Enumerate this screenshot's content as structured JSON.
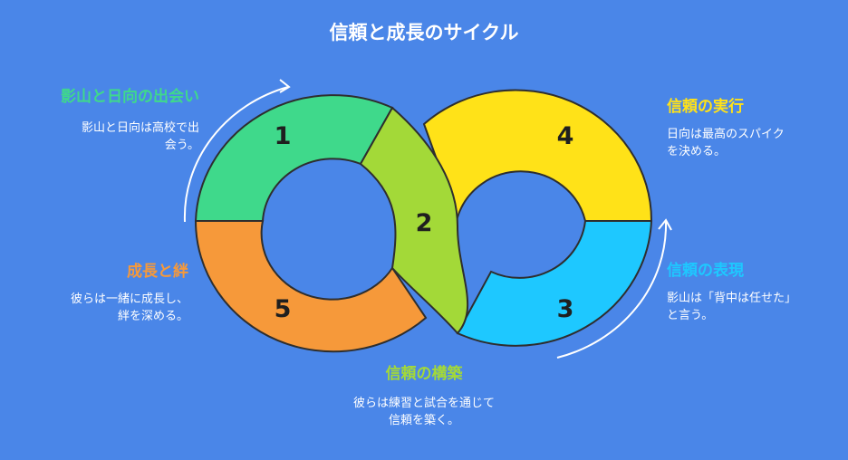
{
  "title": "信頼と成長のサイクル",
  "colors": {
    "background": "#4a86e8",
    "green": "#3fd98b",
    "lime": "#a3d938",
    "yellow": "#ffe218",
    "cyan": "#1ec8ff",
    "orange": "#f6993a",
    "outline": "#2e2e2e"
  },
  "segments": [
    {
      "number": "1",
      "color": "#3fd98b"
    },
    {
      "number": "2",
      "color": "#a3d938"
    },
    {
      "number": "3",
      "color": "#1ec8ff"
    },
    {
      "number": "4",
      "color": "#ffe218"
    },
    {
      "number": "5",
      "color": "#f6993a"
    }
  ],
  "steps": [
    {
      "heading": "影山と日向の出会い",
      "lines": [
        "影山と日向は高校で出",
        "会う。"
      ],
      "color": "#3fd98b"
    },
    {
      "heading": "信頼の構築",
      "lines": [
        "彼らは練習と試合を通じて",
        "信頼を築く。"
      ],
      "color": "#a3d938"
    },
    {
      "heading": "信頼の表現",
      "lines": [
        "影山は「背中は任せた」",
        "と言う。"
      ],
      "color": "#1ec8ff"
    },
    {
      "heading": "信頼の実行",
      "lines": [
        "日向は最高のスパイク",
        "を決める。"
      ],
      "color": "#ffe218"
    },
    {
      "heading": "成長と絆",
      "lines": [
        "彼らは一緒に成長し、",
        "絆を深める。"
      ],
      "color": "#f6993a"
    }
  ]
}
